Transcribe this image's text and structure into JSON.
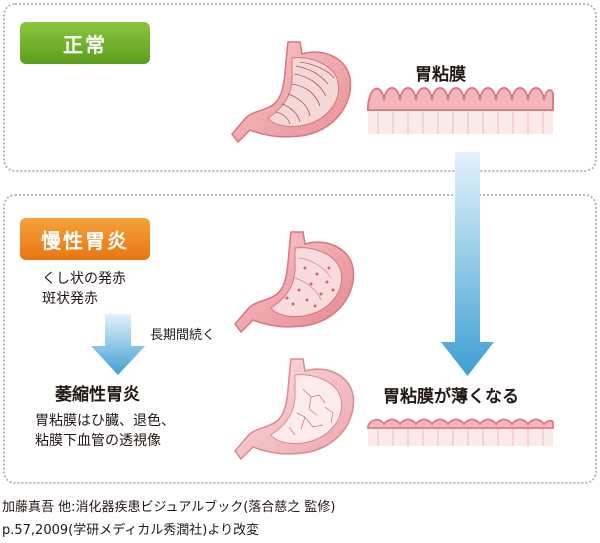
{
  "sections": {
    "normal": {
      "badge": "正常",
      "mucosa_label": "胃粘膜"
    },
    "chronic": {
      "badge": "慢性胃炎",
      "redness_line1": "くし状の発赤",
      "redness_line2": "斑状発赤",
      "long_term": "長期間続く",
      "atrophic_title": "萎縮性胃炎",
      "atrophic_desc_line1": "胃粘膜はひ臓、退色、",
      "atrophic_desc_line2": "粘膜下血管の透視像",
      "thinning_label": "胃粘膜が薄くなる"
    }
  },
  "citation": {
    "line1": "加藤真吾 他:消化器疾患ビジュアルブック(落合慈之 監修)",
    "line2": "p.57,2009(学研メディカル秀潤社)より改変"
  },
  "colors": {
    "normal_badge": "#6aad2a",
    "chronic_badge": "#ee8a1f",
    "arrow_blue": "#4aa8d8",
    "mucosa_pink": "#e58c93",
    "stomach_pink": "#f0a5aa"
  }
}
